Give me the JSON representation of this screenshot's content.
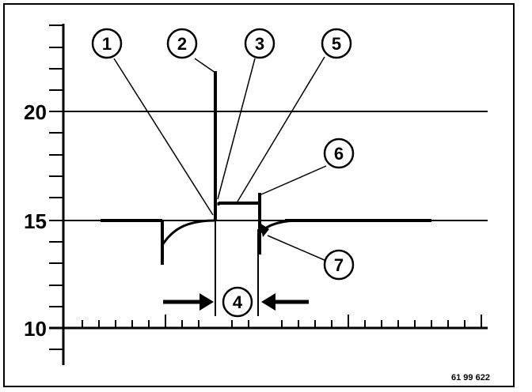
{
  "diagram": {
    "y_axis_labels": [
      {
        "name": "label-20",
        "text": "20"
      },
      {
        "name": "label-15",
        "text": "15"
      },
      {
        "name": "label-10",
        "text": "10"
      }
    ],
    "callouts": [
      {
        "name": "callout-1",
        "text": "1"
      },
      {
        "name": "callout-2",
        "text": "2"
      },
      {
        "name": "callout-3",
        "text": "3"
      },
      {
        "name": "callout-5",
        "text": "5"
      },
      {
        "name": "callout-6",
        "text": "6"
      },
      {
        "name": "callout-4",
        "text": "4"
      },
      {
        "name": "callout-7",
        "text": "7"
      }
    ],
    "figure_id": "61 99 622",
    "line_color": "#000000",
    "background": "#ffffff"
  }
}
